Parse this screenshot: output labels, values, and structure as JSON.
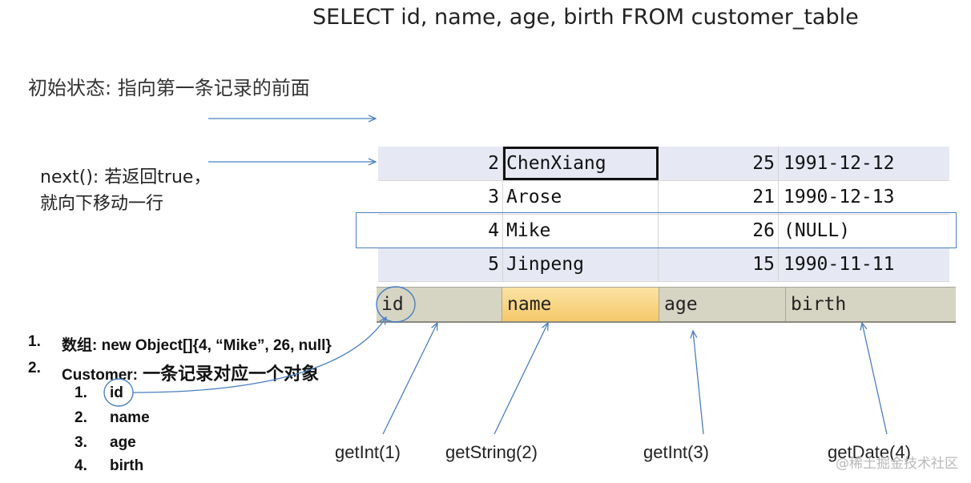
{
  "sql": "SELECT id, name, age, birth FROM customer_table",
  "initial_state": "初始状态: 指向第一条记录的前面",
  "next_note": {
    "line1": "next(): 若返回true，",
    "line2": "就向下移动一行"
  },
  "table": {
    "headers": [
      "id",
      "name",
      "age",
      "birth"
    ],
    "rows": [
      [
        "2",
        "ChenXiang",
        "25",
        "1991-12-12"
      ],
      [
        "3",
        "Arose",
        "21",
        "1990-12-13"
      ],
      [
        "4",
        "Mike",
        "26",
        "(NULL)"
      ],
      [
        "5",
        "Jinpeng",
        "15",
        "1990-11-11"
      ]
    ]
  },
  "list": {
    "item1": {
      "num": "1.",
      "label": "数组",
      "text": ": new Object[]{4, “Mike”, 26, null}"
    },
    "item2": {
      "num": "2.",
      "label": "Customer:",
      "text": " 一条记录对应一个对象"
    },
    "subitems": [
      {
        "num": "1.",
        "text": "id"
      },
      {
        "num": "2.",
        "text": "name"
      },
      {
        "num": "3.",
        "text": "age"
      },
      {
        "num": "4.",
        "text": "birth"
      }
    ]
  },
  "methods": [
    "getInt(1)",
    "getString(2)",
    "getInt(3)",
    "getDate(4)"
  ],
  "watermark": "@稀土掘金技术社区",
  "colors": {
    "arrow": "#4a7fc1",
    "row_alt": "#e6e9f4",
    "header_bg": "#d6d4c3",
    "header_selected": "#f5c96a"
  }
}
